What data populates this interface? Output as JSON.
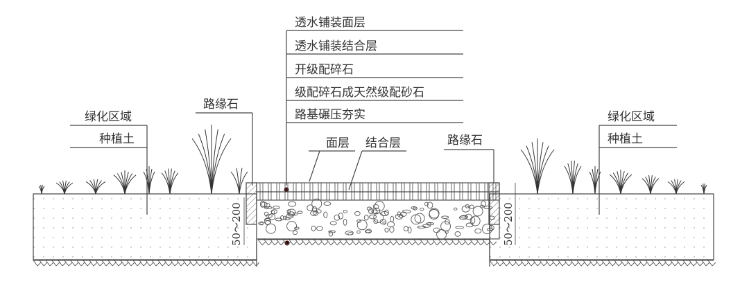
{
  "layers_callout": {
    "items": [
      {
        "label": "透水铺装面层"
      },
      {
        "label": "透水铺装结合层"
      },
      {
        "label": "开级配碎石"
      },
      {
        "label": "级配碎石成天然级配砂石"
      },
      {
        "label": "路基碾压夯实"
      }
    ]
  },
  "left_green": {
    "area_label": "绿化区域",
    "soil_label": "种植土",
    "curb_label": "路缘石",
    "dimension": "50～200"
  },
  "right_green": {
    "area_label": "绿化区域",
    "soil_label": "种植土",
    "dimension": "50～200"
  },
  "pavement": {
    "surface_label": "面层",
    "bedding_label": "结合层",
    "curb_label": "路缘石"
  },
  "colors": {
    "line": "#444444",
    "text": "#333333",
    "marker": "#3a0a0a"
  }
}
